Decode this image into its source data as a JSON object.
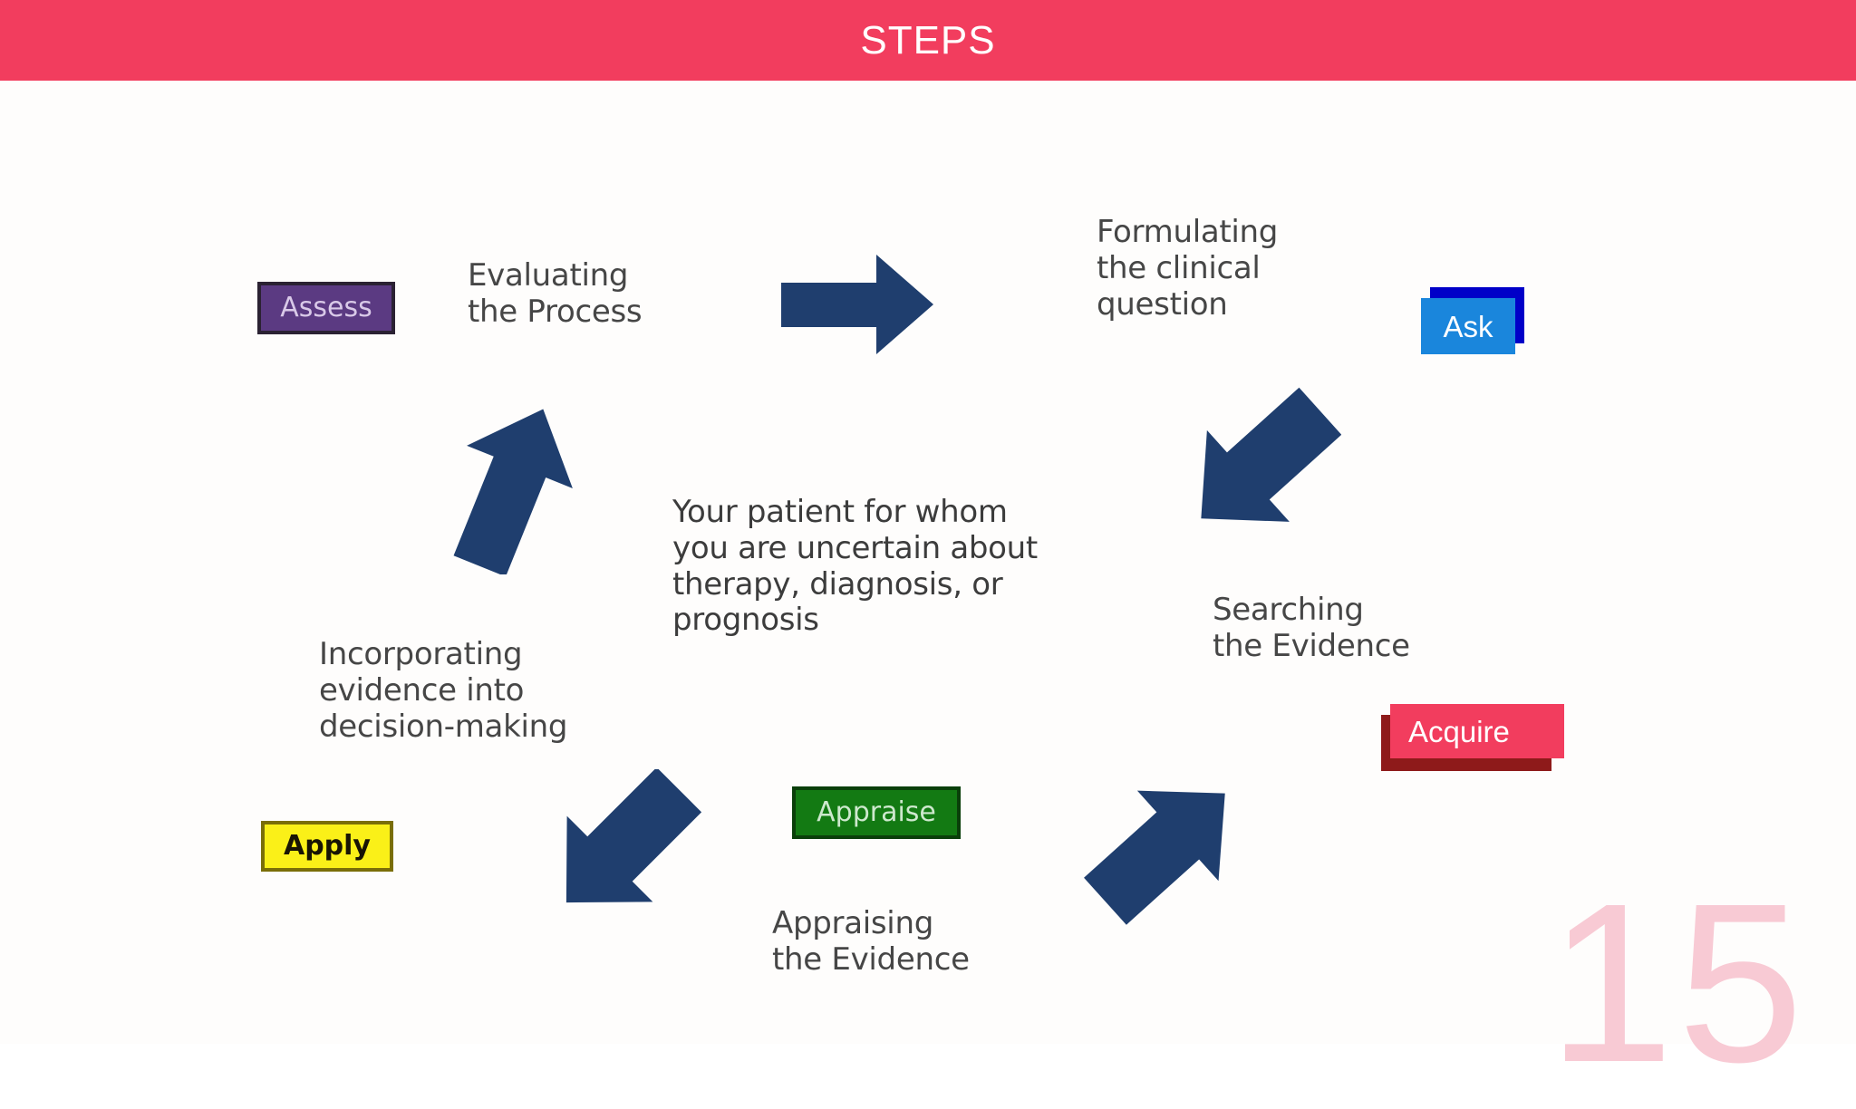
{
  "header": {
    "title": "STEPS",
    "background_color": "#F23D5E",
    "text_color": "#FFFFFF"
  },
  "slide": {
    "page_number": "15",
    "page_number_color": "#F8CAD4",
    "background_color": "#FFFFFF"
  },
  "center": {
    "text": "Your patient for whom\nyou are uncertain about\ntherapy, diagnosis, or\nprognosis"
  },
  "steps": [
    {
      "id": "assess",
      "chip_label": "Assess",
      "description": "Evaluating\nthe Process",
      "chip_color": "#5B3A82",
      "chip_border_color": "#2B2233",
      "chip_text_color": "#D9C9E8"
    },
    {
      "id": "ask",
      "chip_label": "Ask",
      "description": "Formulating\nthe clinical\nquestion",
      "chip_color": "#1A86DC",
      "chip_shadow_color": "#0000C8",
      "chip_text_color": "#FFFFFF"
    },
    {
      "id": "acquire",
      "chip_label": "Acquire",
      "description": "Searching\nthe Evidence",
      "chip_color": "#F23D5E",
      "chip_shadow_color": "#8E1A1A",
      "chip_text_color": "#FFFFFF"
    },
    {
      "id": "appraise",
      "chip_label": "Appraise",
      "description": "Appraising\nthe Evidence",
      "chip_color": "#137A13",
      "chip_border_color": "#0A3F0A",
      "chip_text_color": "#CDE8CD"
    },
    {
      "id": "apply",
      "chip_label": "Apply",
      "description": "Incorporating\nevidence into\ndecision-making",
      "chip_color": "#FAF018",
      "chip_border_color": "#7A6E08",
      "chip_text_color": "#181404"
    }
  ],
  "arrows": {
    "color": "#1F3E6E",
    "items": [
      {
        "id": "assess-to-ask",
        "direction": "right"
      },
      {
        "id": "ask-to-acquire",
        "direction": "down-right"
      },
      {
        "id": "acquire-to-appraise",
        "direction": "down-left"
      },
      {
        "id": "appraise-to-apply",
        "direction": "up-left"
      },
      {
        "id": "apply-to-assess",
        "direction": "up"
      }
    ]
  }
}
